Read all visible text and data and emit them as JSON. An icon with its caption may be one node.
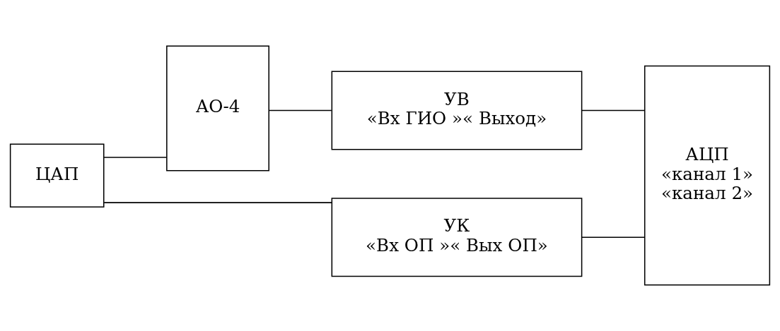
{
  "diagram": {
    "nodes": [
      {
        "text": [
          "ЦАП"
        ]
      },
      {
        "text": [
          "АО-4"
        ]
      },
      {
        "text": [
          "УВ",
          "«Вх ГИО »« Выход»"
        ]
      },
      {
        "text": [
          "УК",
          "«Вх ОП »« Вых ОП»"
        ]
      },
      {
        "text": [
          "АЦП",
          "«канал 1»",
          "«канал 2»"
        ]
      }
    ],
    "edges": [
      {
        "from": 0,
        "to": 1,
        "arrow": "none"
      },
      {
        "from": 1,
        "to": 2,
        "arrow": "none"
      },
      {
        "from": 0,
        "to": 3,
        "arrow": "none"
      },
      {
        "from": 2,
        "to": 4,
        "arrow": "none"
      },
      {
        "from": 3,
        "to": 4,
        "arrow": "none"
      }
    ]
  }
}
